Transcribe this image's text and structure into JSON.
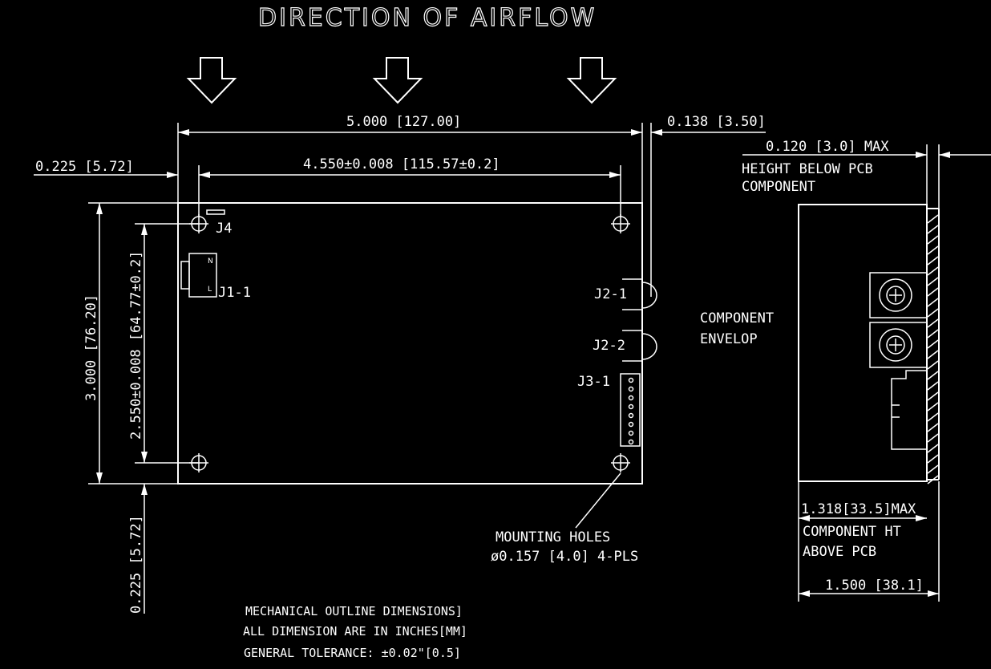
{
  "title": "DIRECTION OF AIRFLOW",
  "dimensions": {
    "overall_length": "5.000 [127.00]",
    "hole_spacing_x": "4.550±0.008 [115.57±0.2]",
    "right_offset": "0.138 [3.50]",
    "left_offset": "0.225 [5.72]",
    "bottom_offset": "0.225 [5.72]",
    "overall_width": "3.000 [76.20]",
    "hole_spacing_y": "2.550±0.008 [64.77±0.2]",
    "height_below_value": "0.120 [3.0] MAX",
    "height_below_label_1": "HEIGHT BELOW PCB",
    "height_below_label_2": "COMPONENT",
    "component_ht_value": "1.318[33.5]MAX",
    "component_ht_label_1": "COMPONENT HT",
    "component_ht_label_2": "ABOVE PCB",
    "total_height": "1.500 [38.1]"
  },
  "connectors": {
    "j4": "J4",
    "j1": "J1-1",
    "j1_pin_n": "N",
    "j1_pin_l": "L",
    "j2_1": "J2-1",
    "j2_2": "J2-2",
    "j3": "J3-1"
  },
  "envelope": {
    "line1": "COMPONENT",
    "line2": "ENVELOP"
  },
  "mounting": {
    "line1": "MOUNTING HOLES",
    "line2": "ø0.157 [4.0] 4-PLS"
  },
  "notes": [
    "MECHANICAL OUTLINE DIMENSIONS]",
    "ALL DIMENSION ARE IN INCHES[MM]",
    "GENERAL TOLERANCE: ±0.02\"[0.5]"
  ],
  "colors": {
    "background": "#000000",
    "line": "#ffffff"
  }
}
